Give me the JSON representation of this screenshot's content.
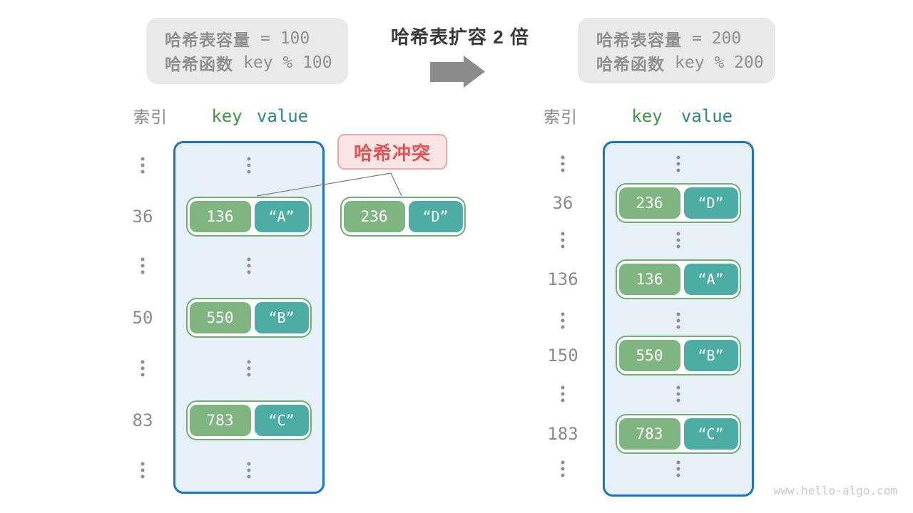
{
  "legend_left": {
    "row1_label": "哈希表容量",
    "row1_value": "= 100",
    "row2_label": "哈希函数",
    "row2_value": "key % 100"
  },
  "legend_right": {
    "row1_label": "哈希表容量",
    "row1_value": "= 200",
    "row2_label": "哈希函数",
    "row2_value": "key % 200"
  },
  "transition_title": "哈希表扩容 2 倍",
  "collision_label": "哈希冲突",
  "floating_pair": {
    "key": "236",
    "value": "“D”"
  },
  "left_table": {
    "header_index": "索引",
    "header_key": "key",
    "header_value": "value",
    "rows": [
      {
        "index": "36",
        "key": "136",
        "value": "“A”"
      },
      {
        "index": "50",
        "key": "550",
        "value": "“B”"
      },
      {
        "index": "83",
        "key": "783",
        "value": "“C”"
      }
    ]
  },
  "right_table": {
    "header_index": "索引",
    "header_key": "key",
    "header_value": "value",
    "rows": [
      {
        "index": "36",
        "key": "236",
        "value": "“D”"
      },
      {
        "index": "136",
        "key": "136",
        "value": "“A”"
      },
      {
        "index": "150",
        "key": "550",
        "value": "“B”"
      },
      {
        "index": "183",
        "key": "783",
        "value": "“C”"
      }
    ]
  },
  "watermark": "www.hello-algo.com",
  "colors": {
    "container_border": "#1a73c7",
    "container_fill": "#e6f0f9",
    "pair_border": "#72ad72",
    "key_box": "#7fb580",
    "value_box": "#4cada4",
    "legend_bg": "#e9e9e9",
    "gray_text": "#8f8f8f",
    "key_header_green": "#3f9645",
    "value_header_teal": "#2d8786",
    "collision_red": "#e25454",
    "collision_bg": "#fbe4e4",
    "arrow_gray": "#8c8c8c"
  }
}
